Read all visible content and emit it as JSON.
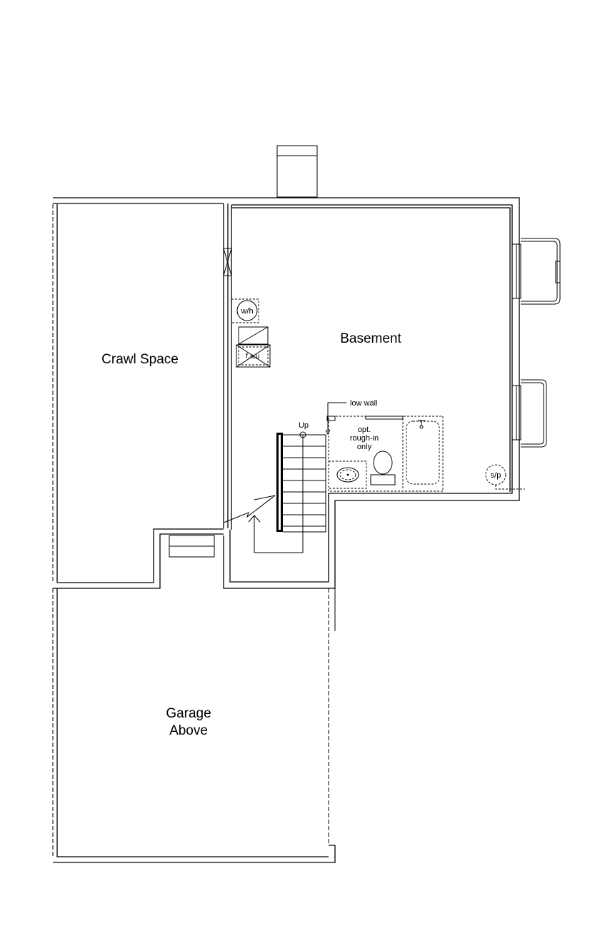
{
  "rooms": {
    "crawl_space": "Crawl Space",
    "basement": "Basement",
    "garage_line1": "Garage",
    "garage_line2": "Above"
  },
  "fixtures": {
    "water_heater": "w/h",
    "furnace": "f.a.u",
    "sump_pump": "s/p",
    "stairs_direction": "Up",
    "low_wall": "low wall",
    "rough_in_line1": "opt.",
    "rough_in_line2": "rough-in",
    "rough_in_line3": "only"
  }
}
